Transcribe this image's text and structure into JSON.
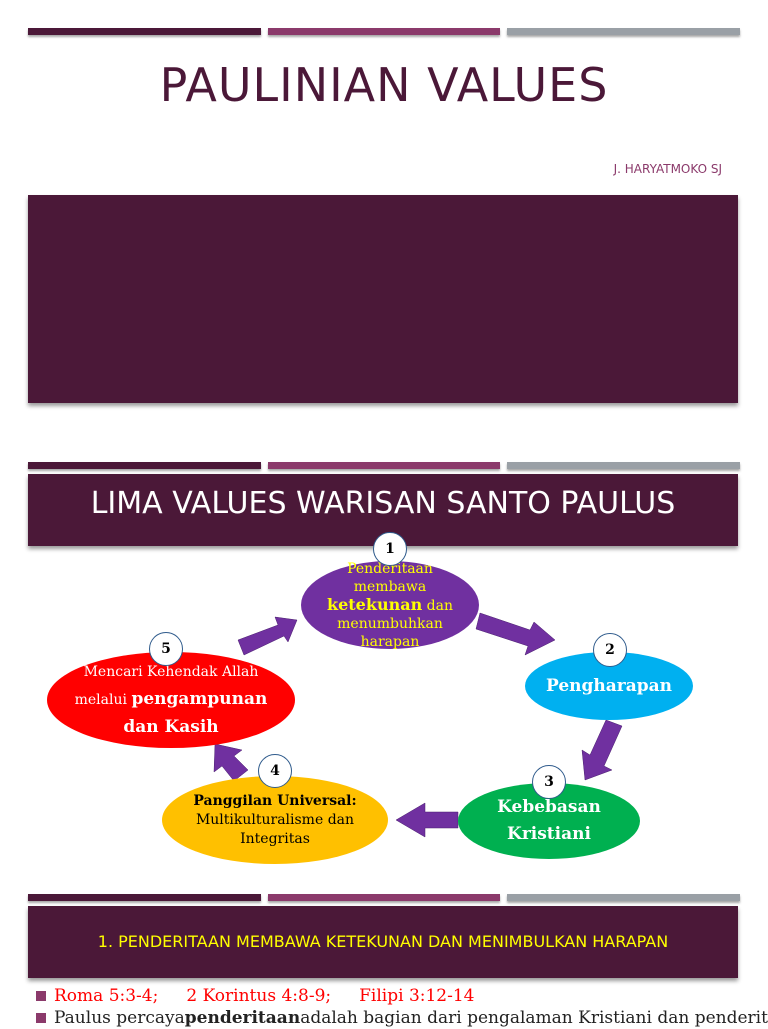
{
  "slide1": {
    "title": "PAULINIAN VALUES",
    "author": "J. HARYATMOKO SJ"
  },
  "slide2": {
    "title": "LIMA VALUES WARISAN SANTO PAULUS",
    "nodes": [
      {
        "number": "1",
        "lines": [
          "Penderitaan",
          "membawa"
        ],
        "bold": "ketekunan",
        "after": " dan",
        "tail": [
          "menumbuhkan",
          "harapan"
        ],
        "color": "#7030a0",
        "text_color": "#ffff00"
      },
      {
        "number": "2",
        "label": "Pengharapan",
        "color": "#00b0f0",
        "text_color": "#ffffff"
      },
      {
        "number": "3",
        "line1": "Kebebasan",
        "line2": "Kristiani",
        "color": "#00b050",
        "text_color": "#ffffff"
      },
      {
        "number": "4",
        "bold": "Panggilan Universal:",
        "line2": "Multikulturalisme dan",
        "line3": "Integritas",
        "color": "#ffc000",
        "text_color": "#000000"
      },
      {
        "number": "5",
        "line1": "Mencari Kehendak Allah",
        "line2_plain": "melalui ",
        "line2_bold": "pengampunan",
        "line3": "dan Kasih",
        "color": "#ff0000",
        "text_color": "#ffffff"
      }
    ],
    "arrow_color": "#7030a0"
  },
  "slide3": {
    "title": "1. PENDERITAAN MEMBAWA KETEKUNAN DAN MENIMBULKAN HARAPAN",
    "refs": [
      "Roma 5:3-4;",
      "2 Korintus 4:8-9;",
      "Filipi 3:12-14"
    ],
    "line2_a": "Paulus percaya ",
    "line2_bold": "penderitaan",
    "line2_b": " adalah bagian dari pengalaman Kristiani dan penderitaan"
  },
  "colors": {
    "maroon": "#4b1838",
    "plum": "#8b3a6b",
    "grey": "#9aa0a6"
  }
}
